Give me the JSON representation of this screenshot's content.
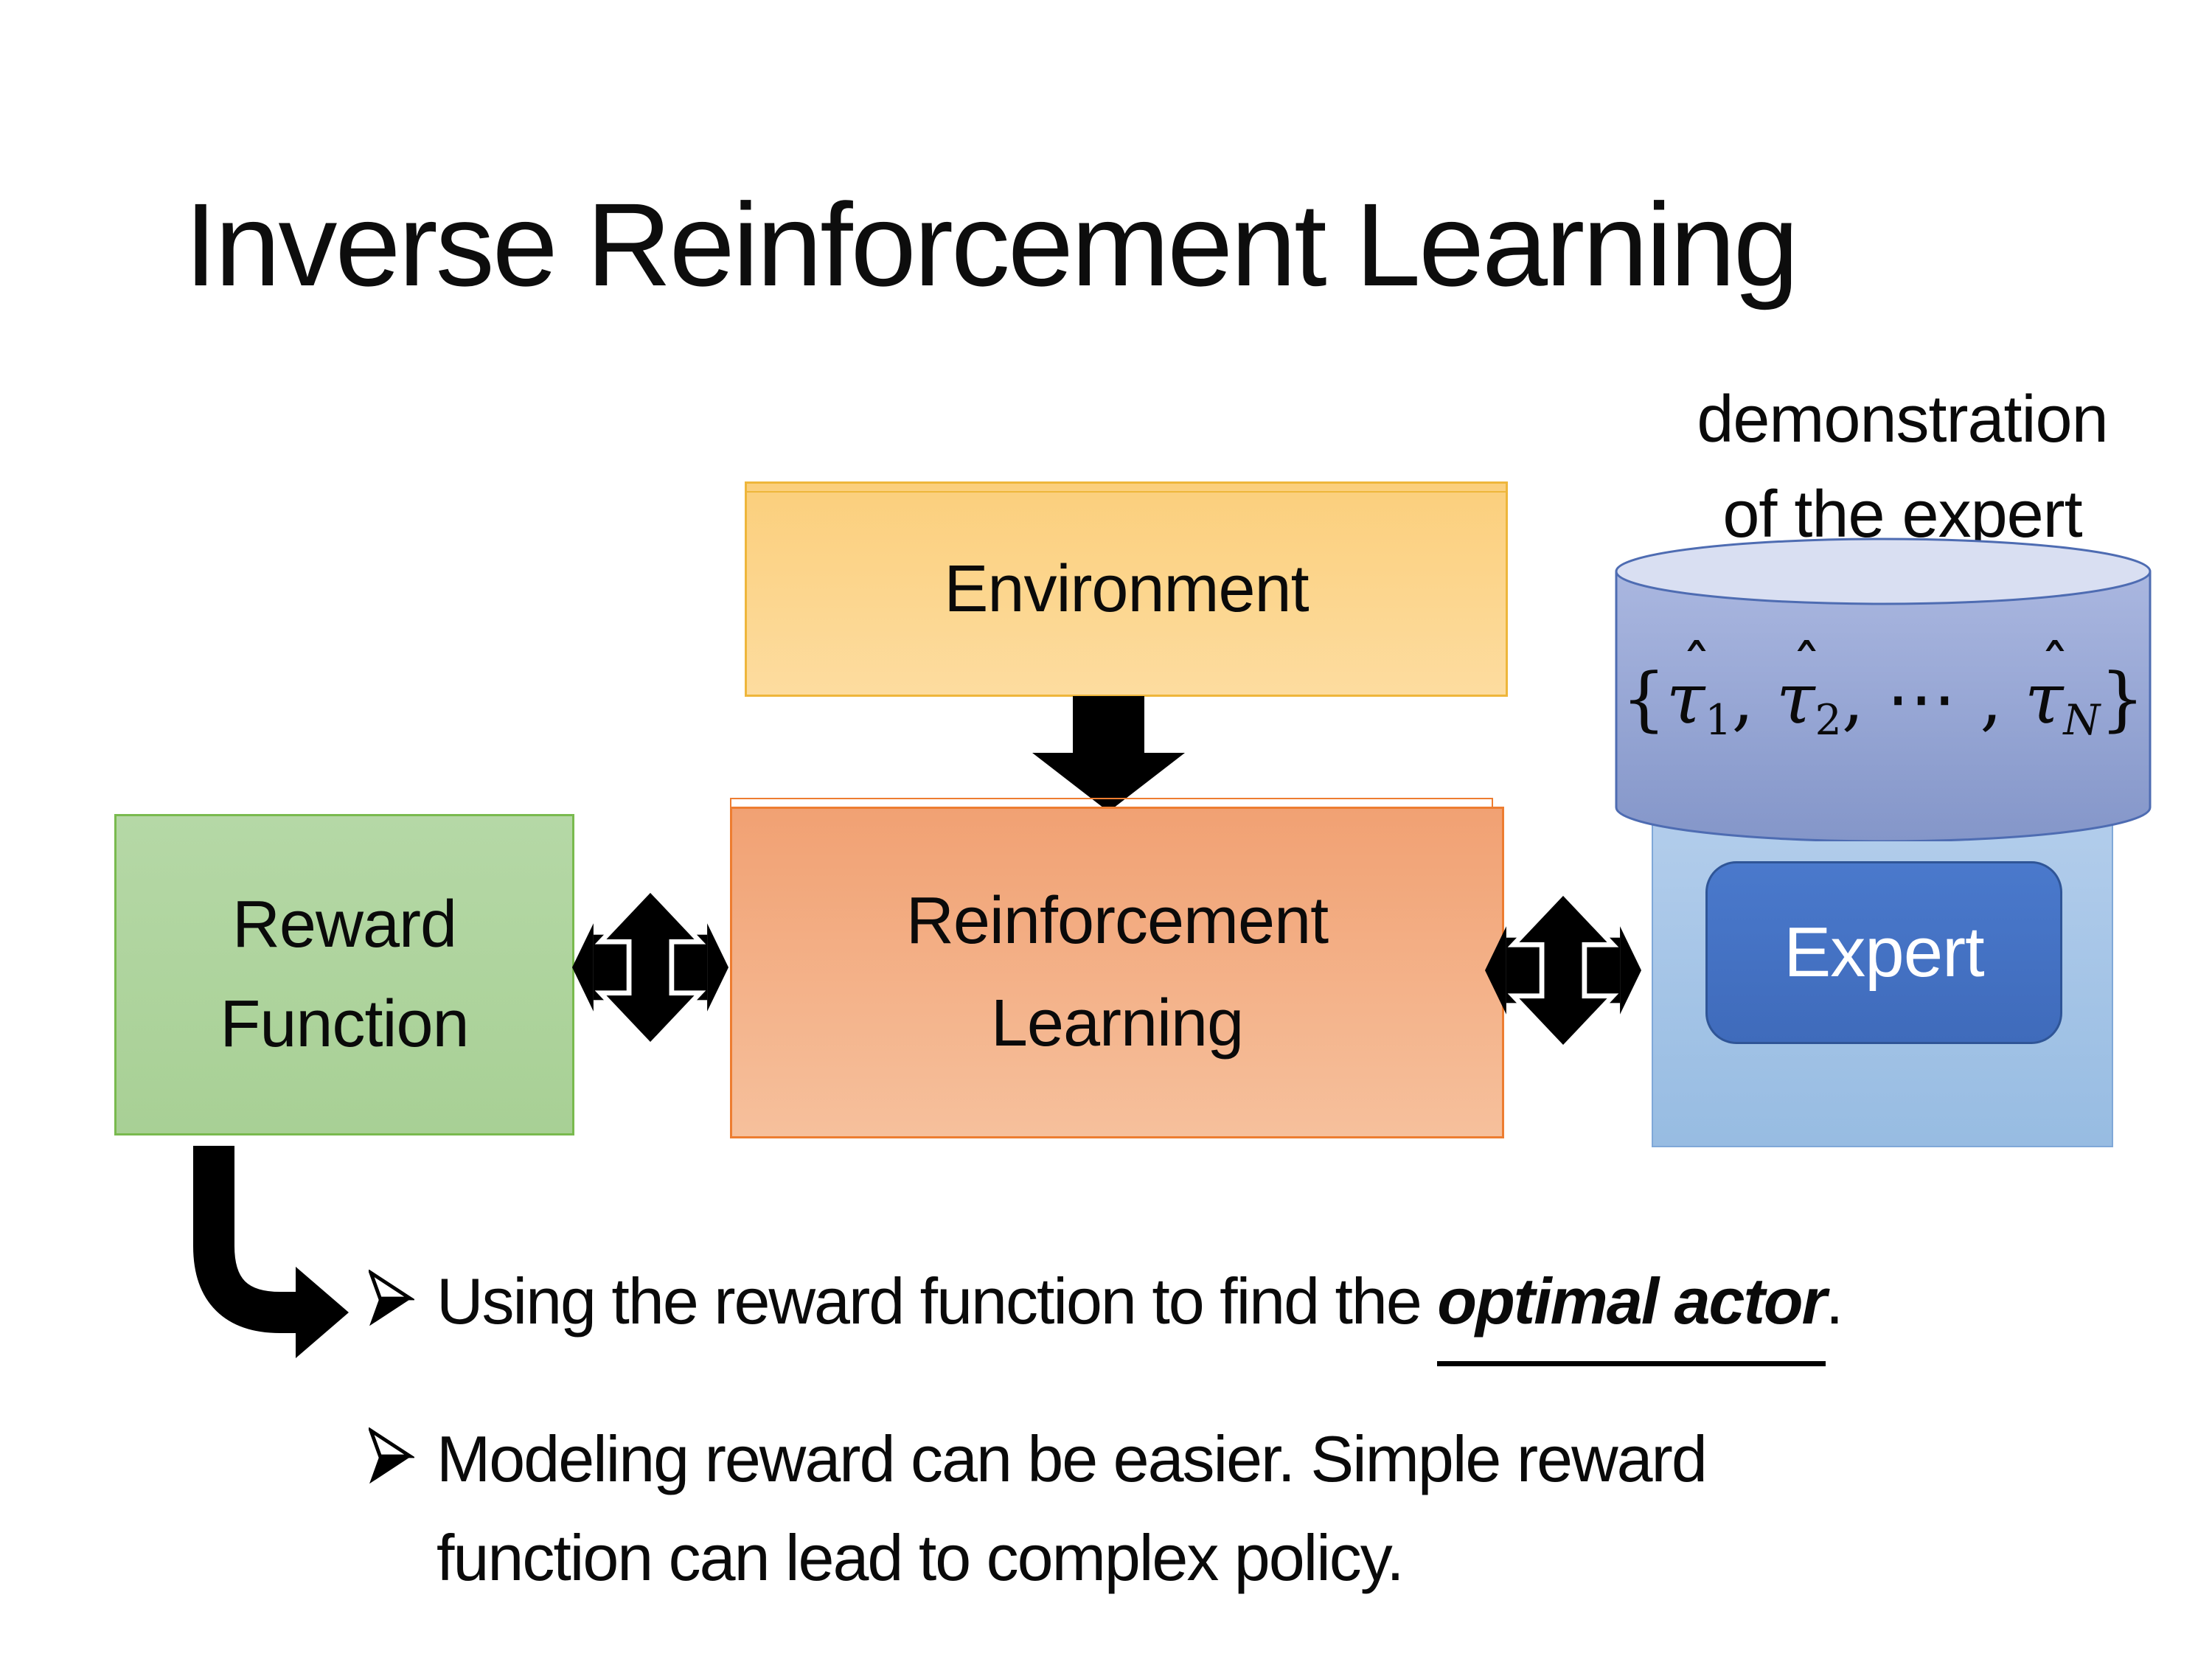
{
  "slide": {
    "title": "Inverse Reinforcement Learning",
    "annotation": {
      "line1": "demonstration",
      "line2": "of the expert"
    },
    "environment_box": {
      "label": "Environment"
    },
    "reward_box": {
      "line1": "Reward",
      "line2": "Function"
    },
    "rl_box": {
      "line1": "Reinforcement",
      "line2": "Learning"
    },
    "expert_box": {
      "label": "Expert"
    },
    "formula": {
      "open": "{",
      "tau": "τ",
      "hat": "ˆ",
      "sub1": "1",
      "comma1": ", ",
      "sub2": "2",
      "comma2": ", ",
      "dots": "⋯",
      "comma3": " , ",
      "subN": "N",
      "close": "}"
    },
    "bullets": {
      "item1": {
        "prefix": "Using the reward function to find the ",
        "emphasis": "optimal actor",
        "suffix": "."
      },
      "item2": {
        "line1": "Modeling reward can be easier. Simple reward",
        "line2": "function can lead to complex policy."
      }
    },
    "icons": {
      "down_arrow": "down-block-arrow",
      "double_arrow": "double-headed-exchange-arrow",
      "bent_arrow": "elbow-down-right-arrow",
      "bullet_marker": "right-arrowhead-bullet"
    },
    "colors": {
      "background": "#FFFFFF",
      "text": "#0A0A0A",
      "environment_fill_top": "#FBCF7C",
      "environment_fill_bottom": "#FDDC9F",
      "environment_border": "#EEB63B",
      "reward_fill_top": "#B5D8A6",
      "reward_fill_bottom": "#A8D095",
      "reward_border": "#79BA4E",
      "rl_fill_top": "#F1A173",
      "rl_fill_bottom": "#F6C09C",
      "rl_border": "#ED7D31",
      "expert_panel_fill": "#9DC3E6",
      "expert_panel_border": "#7FA8D8",
      "expert_box_fill": "#4472C4",
      "expert_box_border": "#2F5597",
      "expert_text": "#FFFFFF",
      "cylinder_top_fill": "#D9DFF2",
      "cylinder_body_top": "#AAB7E0",
      "cylinder_body_bottom": "#8496C9",
      "cylinder_border": "#4E6CB2",
      "arrow_black": "#000000"
    }
  }
}
